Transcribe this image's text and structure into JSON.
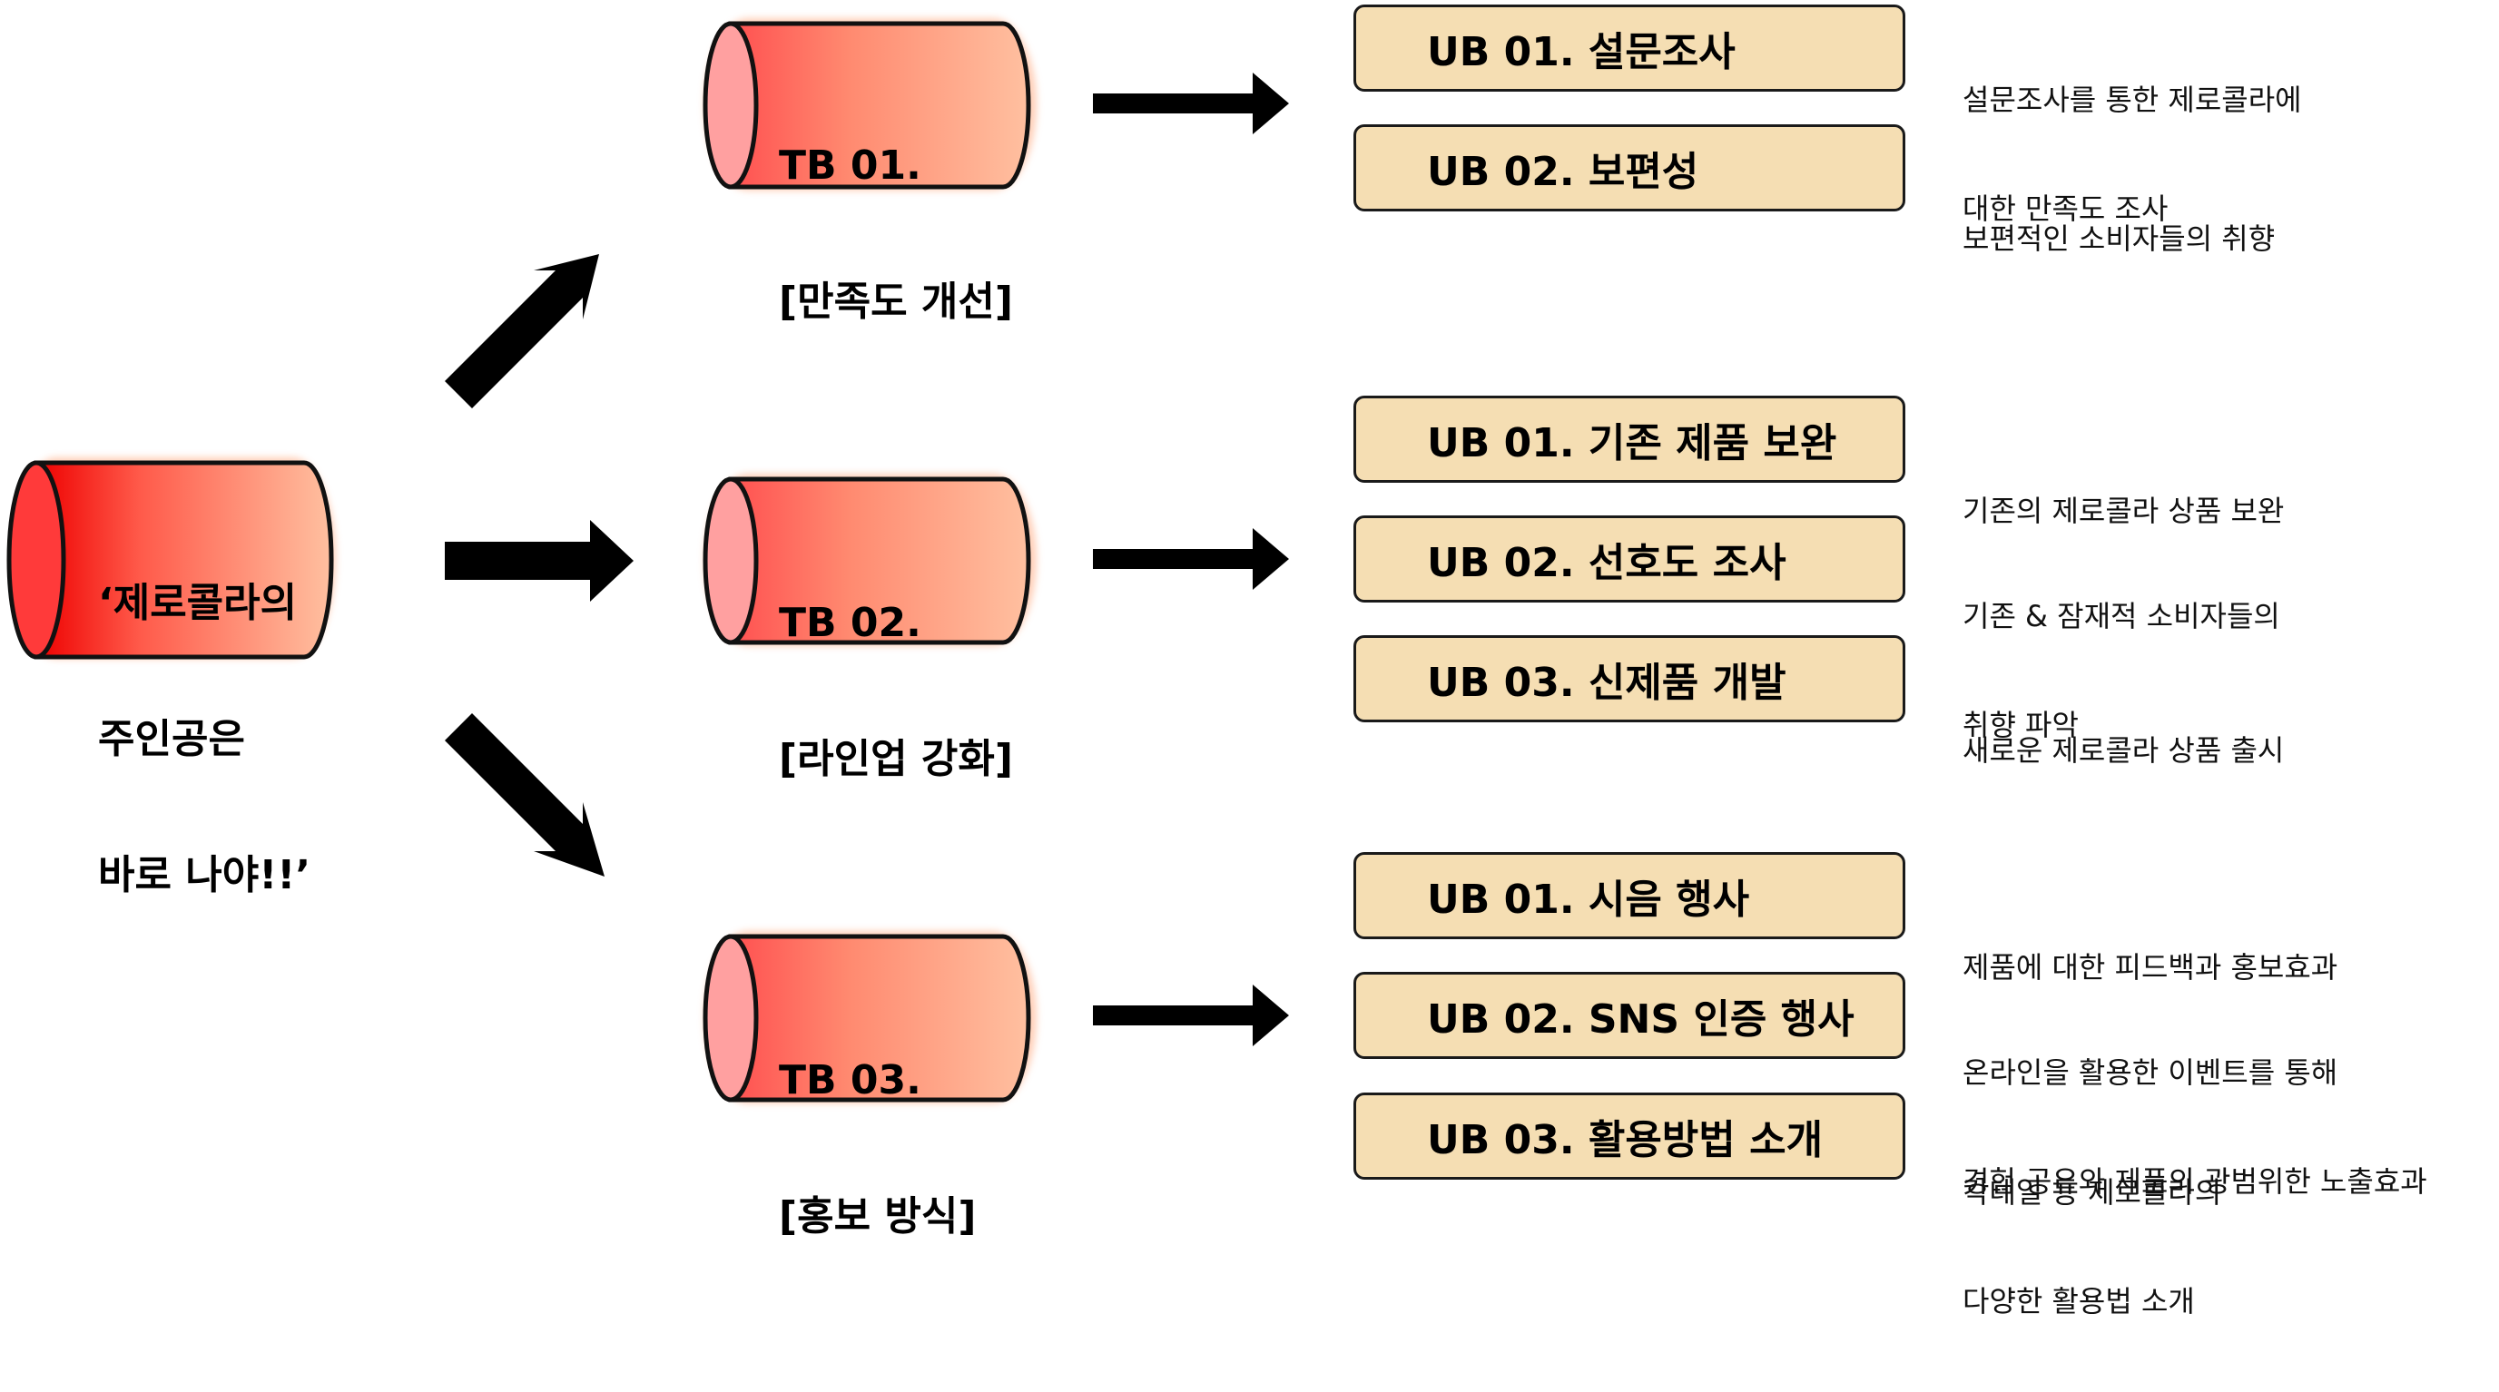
{
  "root": {
    "line1": "‘제로콜라의",
    "line2": "주인공은",
    "line3": "바로 나야!!’"
  },
  "branches": [
    {
      "tb": {
        "line1": "TB 01.",
        "line2": "[만족도 개선]"
      },
      "items": [
        {
          "label": "UB 01. 설문조사",
          "desc1": "설문조사를 통한 제로콜라에",
          "desc2": "대한 만족도 조사"
        },
        {
          "label": "UB 02. 보편성",
          "desc1": "보편적인 소비자들의 취향",
          "desc2": ""
        }
      ]
    },
    {
      "tb": {
        "line1": "TB 02.",
        "line2": "[라인업 강화]"
      },
      "items": [
        {
          "label": "UB 01. 기존 제품 보완",
          "desc1": "기존의 제로콜라 상품 보완",
          "desc2": ""
        },
        {
          "label": "UB 02. 선호도 조사",
          "desc1": "기존 & 잠재적 소비자들의",
          "desc2": "취향 파악"
        },
        {
          "label": "UB 03. 신제품 개발",
          "desc1": "새로운 제로콜라 상품 출시",
          "desc2": ""
        }
      ]
    },
    {
      "tb": {
        "line1": "TB 03.",
        "line2": "[홍보 방식]"
      },
      "items": [
        {
          "label": "UB 01. 시음 행사",
          "desc1": "제품에 대한 피드백과 홍보효과",
          "desc2": ""
        },
        {
          "label": "UB 02. SNS 인증 행사",
          "desc1": "온라인을 활용한 이벤트를 통해",
          "desc2": "경험 공유와 제품의 광범위한 노출효과"
        },
        {
          "label": "UB 03. 활용방법 소개",
          "desc1": "칵테일 등 제로콜라의",
          "desc2": "다양한 활용법 소개"
        }
      ]
    }
  ],
  "colors": {
    "cylinder_dark": "#ff1a1a",
    "cylinder_light": "#ffb899",
    "box_fill": "#f5deb3",
    "arrow": "#000000"
  }
}
